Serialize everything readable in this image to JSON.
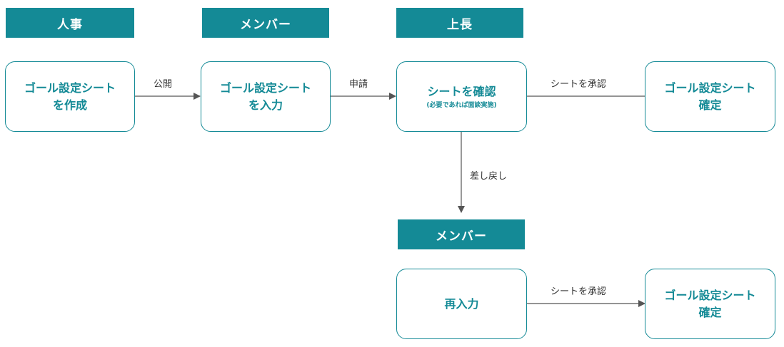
{
  "roles": {
    "hr": "人事",
    "member": "メンバー",
    "manager": "上長",
    "member2": "メンバー"
  },
  "nodes": {
    "create": {
      "line1": "ゴール設定シート",
      "line2": "を作成"
    },
    "input": {
      "line1": "ゴール設定シート",
      "line2": "を入力"
    },
    "review": {
      "line1": "シートを確認",
      "sub": "(必要であれば面談実施)"
    },
    "confirm": {
      "line1": "ゴール設定シート",
      "line2": "確定"
    },
    "reinput": {
      "line1": "再入力"
    },
    "confirm2": {
      "line1": "ゴール設定シート",
      "line2": "確定"
    }
  },
  "edges": {
    "publish": "公開",
    "apply": "申請",
    "approve": "シートを承認",
    "return": "差し戻し",
    "approve2": "シートを承認"
  },
  "colors": {
    "accent": "#148a96",
    "line": "#555555"
  }
}
